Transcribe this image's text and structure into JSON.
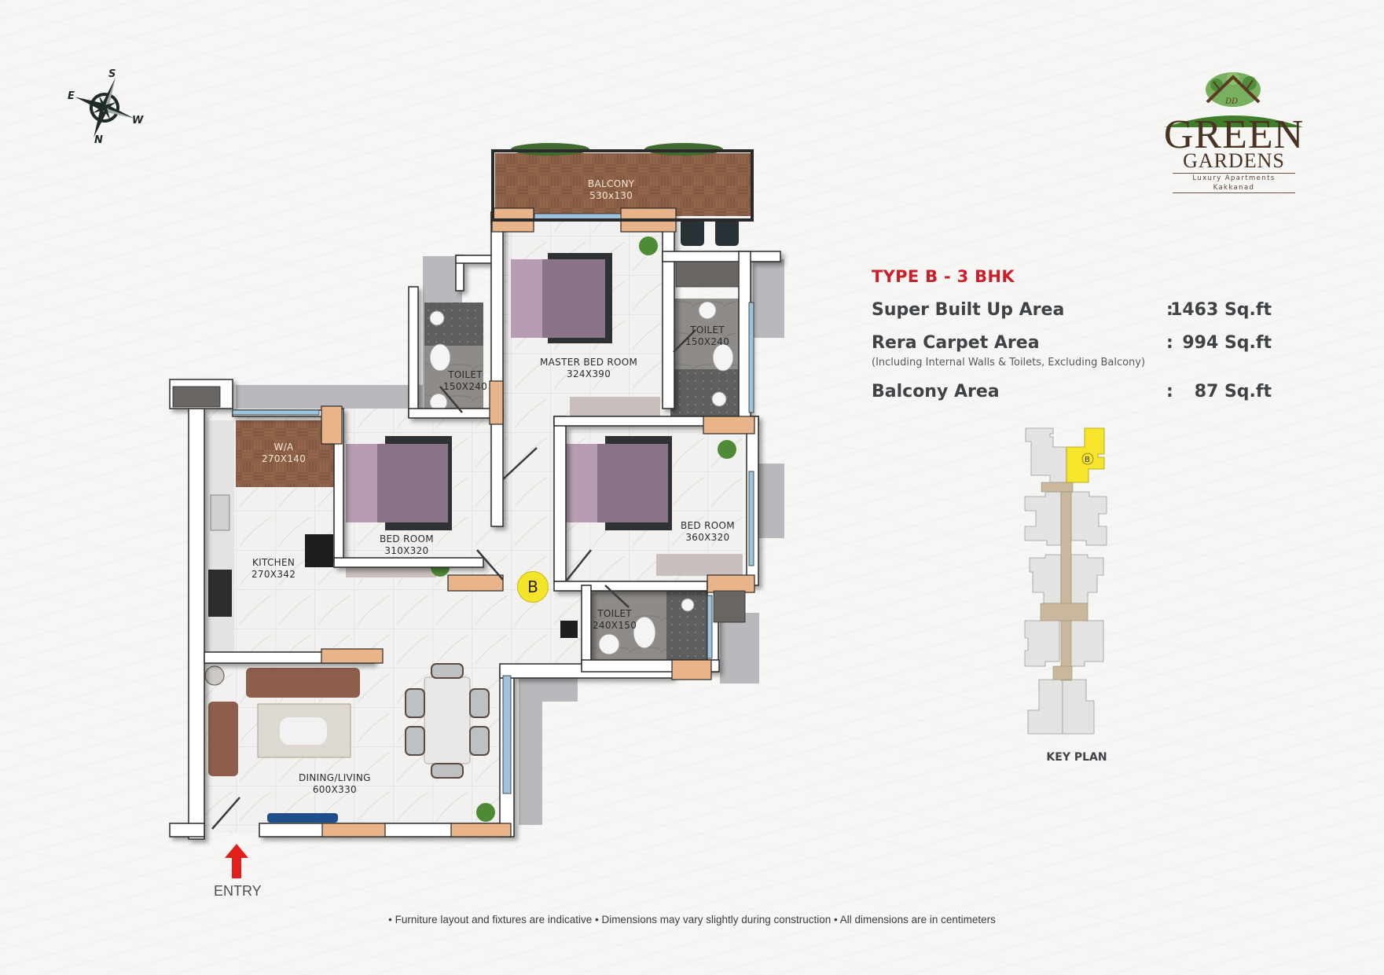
{
  "compass": {
    "directions": {
      "top": "S",
      "left": "E",
      "right": "W",
      "bottom": "N"
    }
  },
  "logo": {
    "monogram": "DD",
    "name_line1": "GREEN",
    "name_line2": "GARDENS",
    "tagline": "Luxury Apartments Kakkanad",
    "colors": {
      "text": "#4a3322",
      "hill": "#3e7d2a",
      "leaves": "#6aa84f"
    }
  },
  "unit": {
    "type_title": "TYPE B - 3 BHK",
    "title_color": "#c8202a",
    "areas": [
      {
        "label": "Super Built Up Area",
        "colon": ":",
        "value": "1463 Sq.ft"
      },
      {
        "label": "Rera Carpet Area",
        "colon": ":",
        "value": "994 Sq.ft",
        "note": "(Including Internal Walls & Toilets, Excluding Balcony)"
      },
      {
        "label": "Balcony Area",
        "colon": ":",
        "value": "87 Sq.ft"
      }
    ]
  },
  "rooms": [
    {
      "name": "BALCONY",
      "size": "530x130"
    },
    {
      "name": "MASTER BED ROOM",
      "size": "324X390"
    },
    {
      "name": "TOILET",
      "size": "150X240",
      "location": "left of master"
    },
    {
      "name": "TOILET",
      "size": "150X240",
      "location": "right of master"
    },
    {
      "name": "W/A",
      "size": "270X140"
    },
    {
      "name": "BED ROOM",
      "size": "310X320"
    },
    {
      "name": "BED ROOM",
      "size": "360X320"
    },
    {
      "name": "KITCHEN",
      "size": "270X342"
    },
    {
      "name": "TOILET",
      "size": "240X150",
      "location": "bottom right"
    },
    {
      "name": "DINING/LIVING",
      "size": "600X330"
    }
  ],
  "unit_marker": {
    "letter": "B",
    "color": "#f5e52a"
  },
  "entry": {
    "label": "ENTRY",
    "arrow_color": "#e0201b"
  },
  "key_plan": {
    "label": "KEY PLAN",
    "highlight_letter": "B",
    "highlight_color": "#f7e52b",
    "corridor_color": "#c9b89d",
    "block_color": "#e3e3e1"
  },
  "footnote": "• Furniture layout and fixtures are indicative • Dimensions may vary slightly during construction • All dimensions are in centimeters",
  "colors": {
    "wall": "#ffffff",
    "wall_outline": "#2a2a2a",
    "door_frame": "#e9b48a",
    "floor_tile": "#f1f0ee",
    "wood_floor": "#8a5e43",
    "toilet_floor": "#8f8c89",
    "shadow_slab": "#b9b8bc"
  }
}
